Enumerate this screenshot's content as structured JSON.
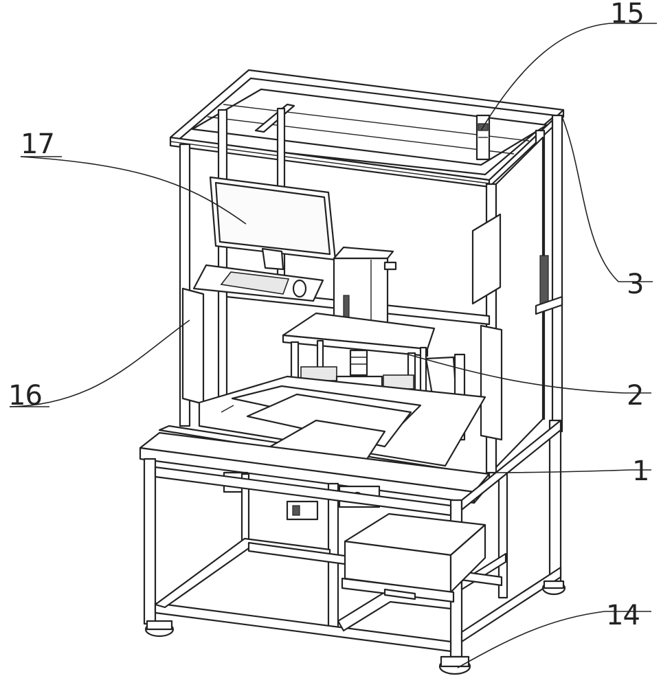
{
  "labels": {
    "l1": "1",
    "l2": "2",
    "l3": "3",
    "l14": "14",
    "l15": "15",
    "l16": "16",
    "l17": "17"
  }
}
